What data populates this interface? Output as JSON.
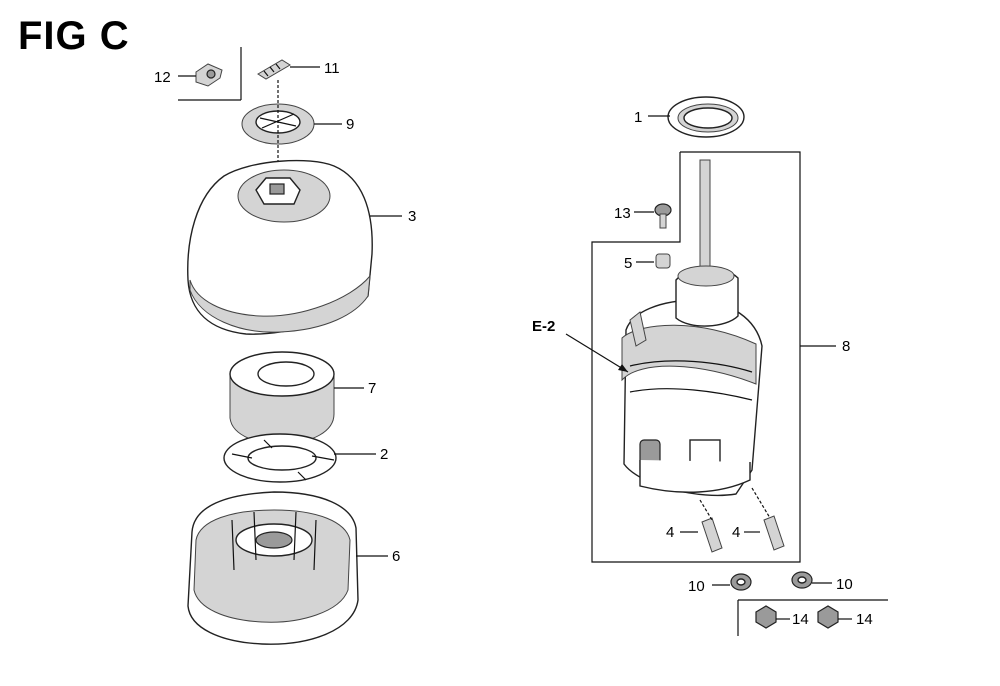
{
  "figure_title": "FIG C",
  "callouts": {
    "c1": "1",
    "c2": "2",
    "c3": "3",
    "c4a": "4",
    "c4b": "4",
    "c5": "5",
    "c6": "6",
    "c7": "7",
    "c8": "8",
    "c9": "9",
    "c10a": "10",
    "c10b": "10",
    "c11": "11",
    "c12": "12",
    "c13": "13",
    "c14a": "14",
    "c14b": "14",
    "ref": "E-2"
  }
}
